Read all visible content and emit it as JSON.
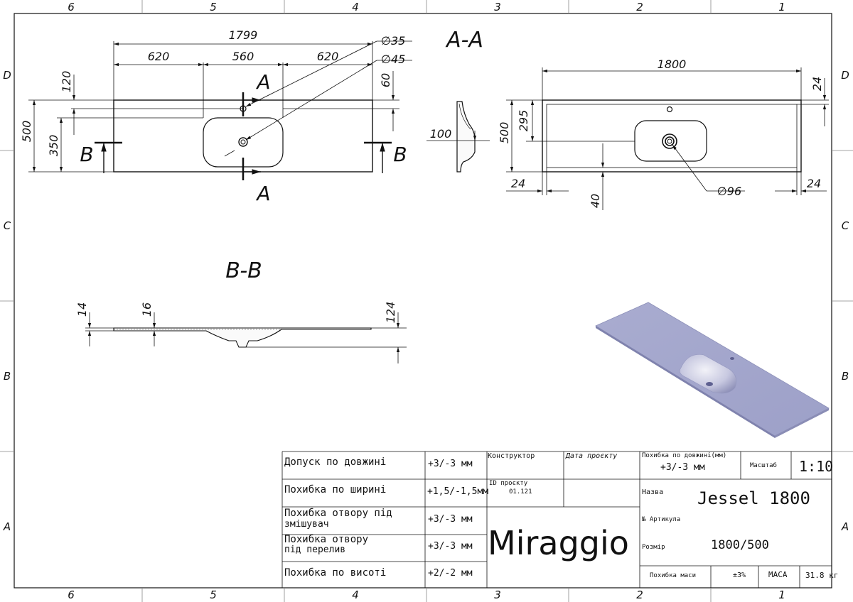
{
  "frame": {
    "columns": [
      "6",
      "5",
      "4",
      "3",
      "2",
      "1"
    ],
    "rows": [
      "D",
      "C",
      "B",
      "A"
    ]
  },
  "plan": {
    "overall_length": "1799",
    "segment_left": "620",
    "segment_middle": "560",
    "segment_right": "620",
    "faucet_hole": "∅35",
    "drain_hole": "∅45",
    "faucet_offset": "120",
    "edge_offset": "60",
    "depth": "500",
    "bowl_offset": "350",
    "section_a_mark": "A",
    "section_b_mark": "B"
  },
  "section_a": {
    "title": "A-A",
    "depth_dim": "100"
  },
  "bottom_view": {
    "length": "1800",
    "depth": "500",
    "bowl_offset": "295",
    "top_lip": "24",
    "left_lip": "24",
    "right_lip": "24",
    "bottom_rib": "40",
    "drain": "∅96"
  },
  "section_b": {
    "title": "B-B",
    "thickness_edge": "14",
    "thickness_inner": "16",
    "total_height": "124"
  },
  "title_block": {
    "tolerances": [
      {
        "label_line1": "Допуск по довжині",
        "label_line2": "",
        "value": "+3/-3 мм"
      },
      {
        "label_line1": "Похибка по ширині",
        "label_line2": "",
        "value": "+1,5/-1,5мм"
      },
      {
        "label_line1": "Похибка отвору під",
        "label_line2": "змішувач",
        "value": "+3/-3 мм"
      },
      {
        "label_line1": "Похибка отвору",
        "label_line2": "під перелив",
        "value": "+3/-3 мм"
      },
      {
        "label_line1": "Похибка по висоті",
        "label_line2": "",
        "value": "+2/-2 мм"
      }
    ],
    "designer_label": "Конструктор",
    "date_label": "Дата проєкту",
    "project_id_label": "ID проєкту",
    "project_id": "01.121",
    "brand": "Miraggio",
    "length_error_label": "Похибка по довжині(мм)",
    "length_error_value": "+3/-3 мм",
    "scale_label": "Масштаб",
    "scale_value": "1:10",
    "name_label": "Назва",
    "name_value": "Jessel 1800",
    "article_label": "№ Артикула",
    "size_label": "Розмір",
    "size_value": "1800/500",
    "mass_error_label": "Похибка маси",
    "mass_error_value": "±3%",
    "mass_label": "МАСА",
    "mass_value": "31.8 кг"
  }
}
